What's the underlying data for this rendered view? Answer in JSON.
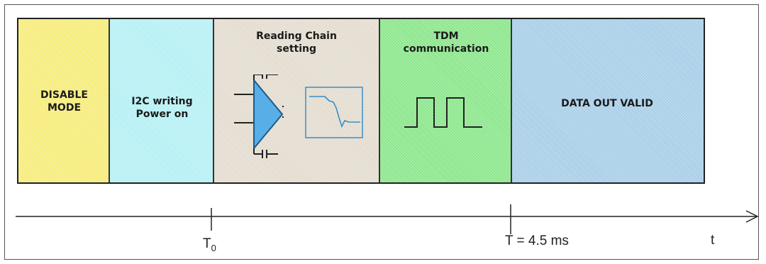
{
  "blocks": [
    {
      "key": "disable",
      "label": "DISABLE\nMODE",
      "color": "#f6ec79"
    },
    {
      "key": "i2c",
      "label": "I2C writing\nPower on",
      "color": "#b5f0f4"
    },
    {
      "key": "reading",
      "label": "Reading Chain\nsetting",
      "color": "#e3dccf"
    },
    {
      "key": "tdm",
      "label": "TDM\ncommunication",
      "color": "#8de68d"
    },
    {
      "key": "data",
      "label": "DATA OUT VALID",
      "color": "#a9cfe8"
    }
  ],
  "timeline": {
    "start_label": "T",
    "start_subscript": "0",
    "end_label": "T = 4.5 ms",
    "axis_var": "t"
  },
  "icons": {
    "reading_amplifier": "amplifier-with-capacitors-icon",
    "reading_graph": "waveform-graph-icon",
    "tdm_signal": "square-wave-icon"
  }
}
